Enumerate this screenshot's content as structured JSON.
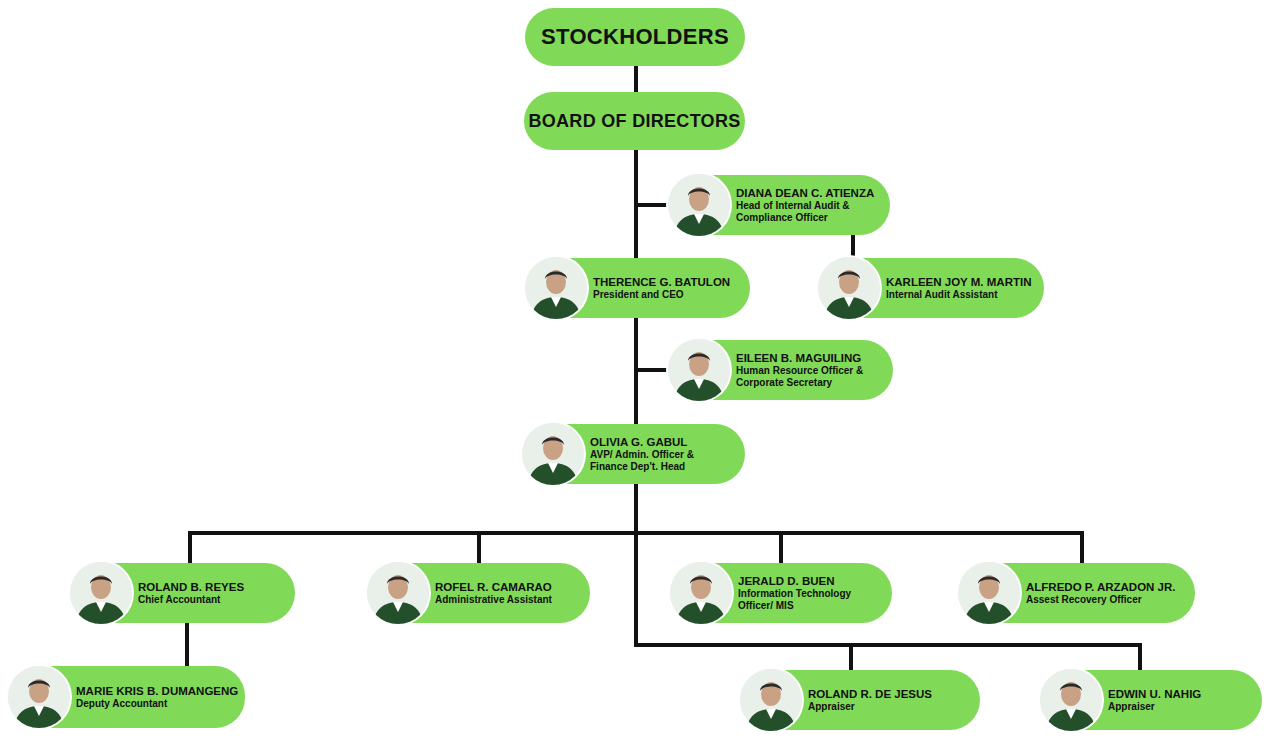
{
  "diagram": {
    "nodes": [
      {
        "text": [
          "STOCKHOLDERS"
        ]
      },
      {
        "text": [
          "BOARD OF DIRECTORS"
        ]
      },
      {
        "text": [
          "DIANA DEAN C. ATIENZA",
          "Head of Internal Audit & Compliance Officer"
        ]
      },
      {
        "text": [
          "THERENCE G. BATULON",
          "President and CEO"
        ]
      },
      {
        "text": [
          "KARLEEN JOY M. MARTIN",
          "Internal Audit Assistant"
        ]
      },
      {
        "text": [
          "EILEEN B. MAGUILING",
          "Human Resource Officer & Corporate Secretary"
        ]
      },
      {
        "text": [
          "OLIVIA G. GABUL",
          "AVP/ Admin. Officer & Finance Dep't. Head"
        ]
      },
      {
        "text": [
          "ROLAND B. REYES",
          "Chief Accountant"
        ]
      },
      {
        "text": [
          "ROFEL R. CAMARAO",
          "Administrative Assistant"
        ]
      },
      {
        "text": [
          "JERALD D. BUEN",
          "Information Technology Officer/ MIS"
        ]
      },
      {
        "text": [
          "ALFREDO P. ARZADON JR.",
          "Assest Recovery Officer"
        ]
      },
      {
        "text": [
          "MARIE KRIS B. DUMANGENG",
          "Deputy Accountant"
        ]
      },
      {
        "text": [
          "ROLAND R. DE JESUS",
          "Appraiser"
        ]
      },
      {
        "text": [
          "EDWIN U. NAHIG",
          "Appraiser"
        ]
      }
    ],
    "edges": [
      {
        "from": 0,
        "to": 1,
        "arrow": "none"
      },
      {
        "from": 1,
        "to": 2,
        "arrow": "none"
      },
      {
        "from": 1,
        "to": 3,
        "arrow": "none"
      },
      {
        "from": 2,
        "to": 4,
        "arrow": "none"
      },
      {
        "from": 3,
        "to": 5,
        "arrow": "none"
      },
      {
        "from": 3,
        "to": 6,
        "arrow": "none"
      },
      {
        "from": 6,
        "to": 7,
        "arrow": "none"
      },
      {
        "from": 6,
        "to": 8,
        "arrow": "none"
      },
      {
        "from": 6,
        "to": 9,
        "arrow": "none"
      },
      {
        "from": 6,
        "to": 10,
        "arrow": "none"
      },
      {
        "from": 7,
        "to": 11,
        "arrow": "none"
      },
      {
        "from": 6,
        "to": 12,
        "arrow": "none"
      },
      {
        "from": 6,
        "to": 13,
        "arrow": "none"
      }
    ]
  }
}
